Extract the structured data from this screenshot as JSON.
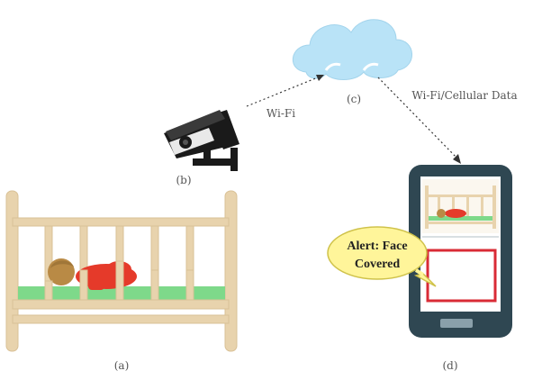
{
  "labels": {
    "crib": "(a)",
    "camera": "(b)",
    "cloud": "(c)",
    "phone": "(d)"
  },
  "links": {
    "camera_to_cloud": "Wi-Fi",
    "cloud_to_phone": "Wi-Fi/Cellular Data"
  },
  "alert": {
    "line1": "Alert: Face",
    "line2": "Covered"
  },
  "colors": {
    "wood": "#e8d3ad",
    "wood_edge": "#d9c196",
    "mattress": "#7ed98a",
    "baby_body": "#e53a2a",
    "baby_head": "#b98a45",
    "cloud": "#b9e3f7",
    "phone_body": "#2f4752",
    "phone_screen": "#ffffff",
    "alert_bubble": "#fff59a",
    "alert_frame": "#d92b36",
    "camera_dark": "#1a1a1a"
  }
}
